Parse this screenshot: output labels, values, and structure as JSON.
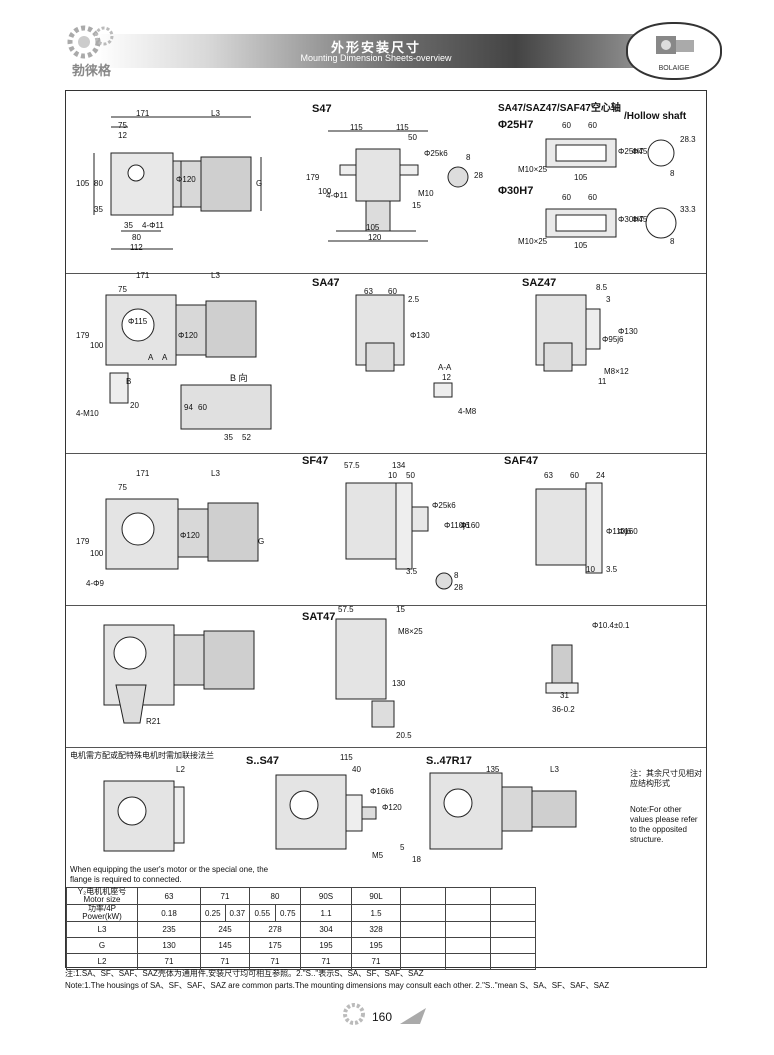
{
  "header": {
    "title_cn": "外形安装尺寸",
    "title_en": "Mounting Dimension Sheets-overview",
    "brand_cn": "勃徕格",
    "badge_text": "BOLAIGE"
  },
  "sections": {
    "s47": {
      "label": "S47"
    },
    "hollow": {
      "label_line1": "SA47/SAZ47/SAF47空心轴",
      "label_line2": "/Hollow shaft",
      "d25": "Φ25H7",
      "d30": "Φ30H7"
    },
    "sa47": {
      "label": "SA47",
      "b_view": "B 向"
    },
    "saz47": {
      "label": "SAZ47"
    },
    "sf47": {
      "label": "SF47"
    },
    "saf47": {
      "label": "SAF47"
    },
    "sat47": {
      "label": "SAT47"
    },
    "ss47": {
      "label": "S..S47"
    },
    "s47r17": {
      "label": "S..47R17"
    },
    "motor_note_cn": "电机需方配或配特殊电机时需加联接法兰",
    "motor_note_en": "When equipping the user's motor or the special one, the flange is required to connected.",
    "side_note_cn": "注：其余尺寸见相对应结构形式",
    "side_note_en": "Note:For other values please refer to the opposited structure."
  },
  "dims": {
    "s47_side": [
      "171",
      "75",
      "12",
      "L3",
      "105",
      "80",
      "35",
      "35",
      "4-Φ11",
      "80",
      "112",
      "G",
      "Φ120"
    ],
    "s47_front": [
      "115",
      "115",
      "50",
      "Φ25k6",
      "179",
      "100",
      "4-Φ11",
      "15",
      "105",
      "120",
      "M10",
      "8",
      "28"
    ],
    "hollow_25": [
      "60",
      "60",
      "28.3",
      "Φ25H7",
      "Φ45",
      "M10×25",
      "105",
      "8"
    ],
    "hollow_30": [
      "60",
      "60",
      "33.3",
      "Φ30H7",
      "Φ45",
      "M10×25",
      "105",
      "8"
    ],
    "sa47": [
      "171",
      "L3",
      "75",
      "179",
      "100",
      "Φ115",
      "Φ120",
      "B",
      "4-M10",
      "20",
      "94",
      "60",
      "35",
      "52",
      "63",
      "60",
      "2.5",
      "Φ130",
      "A-A",
      "12",
      "4-M8",
      "A",
      "A"
    ],
    "saz47": [
      "8.5",
      "3",
      "Φ95j6",
      "Φ130",
      "M8×12",
      "11"
    ],
    "sf47": [
      "171",
      "L3",
      "75",
      "179",
      "100",
      "Φ120",
      "4-Φ9",
      "57.5",
      "134",
      "10",
      "50",
      "Φ25k6",
      "Φ110j6",
      "Φ160",
      "3.5",
      "8",
      "28",
      "G"
    ],
    "saf47": [
      "63",
      "60",
      "24",
      "Φ110j6",
      "Φ160",
      "10",
      "3.5"
    ],
    "sat47": [
      "57.5",
      "15",
      "M8×25",
      "130",
      "R21",
      "20.5",
      "Φ10.4±0.1",
      "31",
      "36-0.2"
    ],
    "ss47": [
      "115",
      "40",
      "Φ16k6",
      "Φ120",
      "M5",
      "5",
      "18"
    ],
    "s47r17": [
      "135",
      "L3",
      "L2"
    ]
  },
  "table": {
    "header_motor": "Y₂电机机座号\nMotor size",
    "header_power": "功率/4P\nPower(kW)",
    "motor_sizes": [
      "63",
      "71",
      "80",
      "90S",
      "90L"
    ],
    "powers": [
      "0.18",
      "0.25",
      "0.37",
      "0.55",
      "0.75",
      "1.1",
      "1.5"
    ],
    "rows": [
      {
        "name": "L3",
        "values": [
          "235",
          "245",
          "278",
          "304",
          "328"
        ]
      },
      {
        "name": "G",
        "values": [
          "130",
          "145",
          "175",
          "195",
          "195"
        ]
      },
      {
        "name": "L2",
        "values": [
          "71",
          "71",
          "71",
          "71",
          "71"
        ]
      }
    ]
  },
  "footnotes": {
    "cn": "注:1.SA、SF、SAF、SAZ壳体为通用件,安装尺寸均可相互参照。2.\"S..\"表示S、SA、SF、SAF、SAZ",
    "en": "Note:1.The housings of SA、SF、SAF、SAZ are common parts.The mounting dimensions may consult each other. 2.\"S..\"mean S、SA、SF、SAF、SAZ"
  },
  "page_number": "160",
  "colors": {
    "header_dark": "#444444",
    "line": "#333333"
  }
}
